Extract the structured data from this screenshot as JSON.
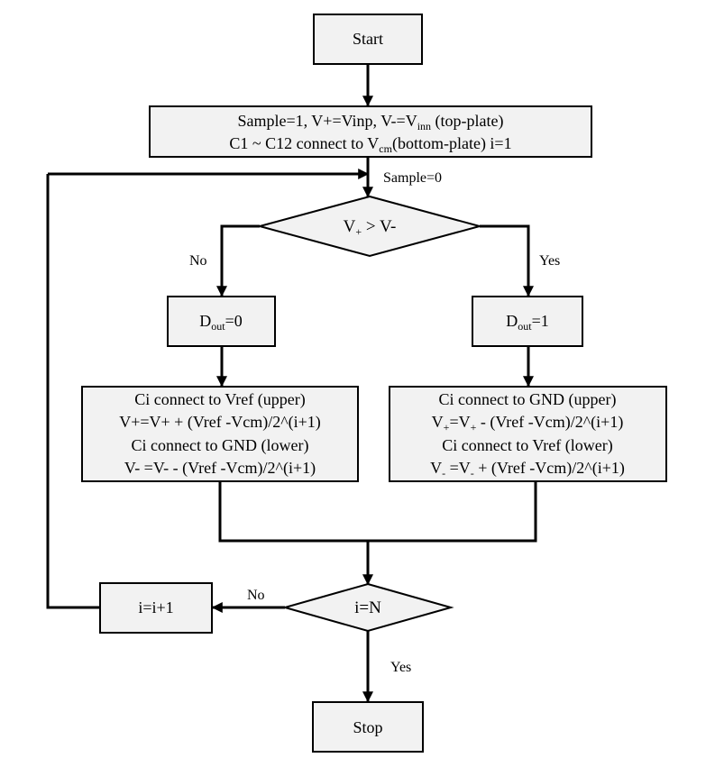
{
  "nodes": {
    "start": {
      "label": "Start"
    },
    "init": {
      "line1_pre": "Sample=1, V+=Vinp, V-=V",
      "line1_sub": "inn",
      "line1_post": " (top-plate)",
      "line2_pre": "C1 ~ C12 connect to V",
      "line2_sub": "cm",
      "line2_post": "(bottom-plate)   i=1"
    },
    "sample_label": "Sample=0",
    "compare": {
      "pre": "V",
      "sub": "+",
      "post": " > V-"
    },
    "no_left": "No",
    "yes_right": "Yes",
    "dout0": {
      "pre": "D",
      "sub": "out",
      "post": "=0"
    },
    "dout1": {
      "pre": "D",
      "sub": "out",
      "post": "=1"
    },
    "left_box": {
      "l1": "Ci connect to Vref  (upper)",
      "l2": "V+=V+ + (Vref -Vcm)/2^(i+1)",
      "l3": "Ci connect to GND  (lower)",
      "l4": "V- =V-  - (Vref -Vcm)/2^(i+1)"
    },
    "right_box": {
      "l1": "Ci connect to GND  (upper)",
      "l2_a": "V",
      "l2_a_sub": "+",
      "l2_b": "=V",
      "l2_b_sub": "+",
      "l2_c": " - (Vref -Vcm)/2^(i+1)",
      "l3": "Ci connect to Vref  (lower)",
      "l4_a": "V",
      "l4_a_sub": "-",
      "l4_b": " =V",
      "l4_b_sub": "-",
      "l4_c": "  + (Vref -Vcm)/2^(i+1)"
    },
    "increment": {
      "label": "i=i+1"
    },
    "check": {
      "label": "i=N"
    },
    "no_check": "No",
    "yes_check": "Yes",
    "stop": {
      "label": "Stop"
    }
  }
}
